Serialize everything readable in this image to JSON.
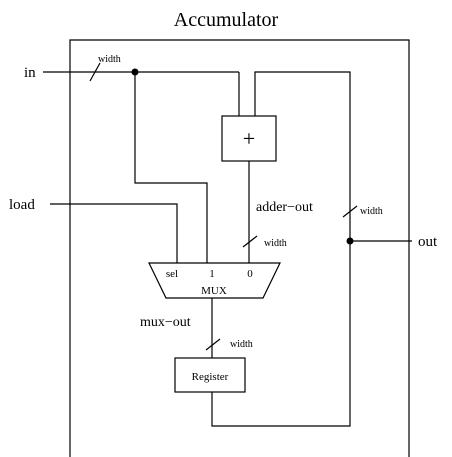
{
  "title": "Accumulator",
  "ports": {
    "in": "in",
    "load": "load",
    "out": "out"
  },
  "blocks": {
    "adder": "+",
    "mux": "MUX",
    "register": "Register"
  },
  "mux_inputs": {
    "sel": "sel",
    "one": "1",
    "zero": "0"
  },
  "signals": {
    "adder_out": "adder−out",
    "mux_out": "mux−out"
  },
  "bus_width_label": "width"
}
